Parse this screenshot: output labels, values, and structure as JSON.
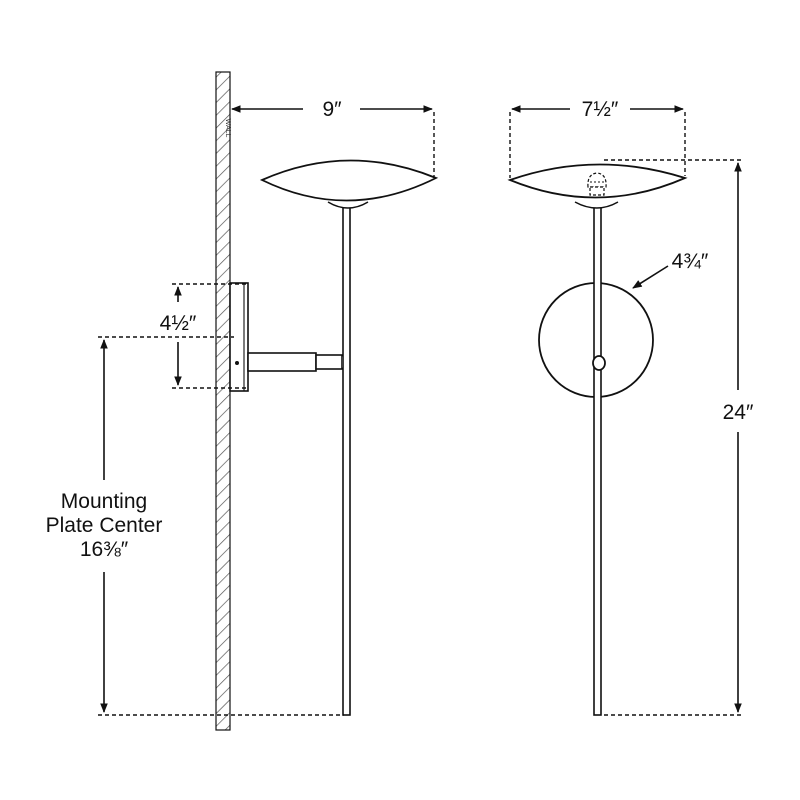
{
  "wall_label": "WALL",
  "dimensions": {
    "side_depth": "9″",
    "front_width": "7½″",
    "plate_height": "4½″",
    "plate_diameter": "4¾″",
    "overall_height": "24″"
  },
  "mounting_label": {
    "line1": "Mounting",
    "line2": "Plate Center",
    "value": "16⅜″"
  }
}
